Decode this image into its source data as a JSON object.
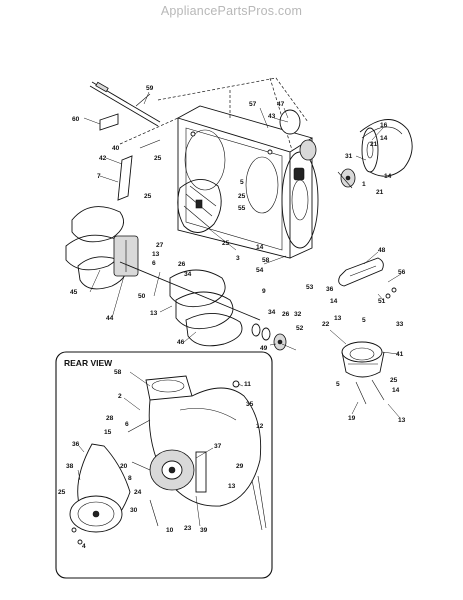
{
  "header": {
    "site": "AppliancePartsPros.com"
  },
  "inset": {
    "title": "REAR VIEW"
  },
  "callouts": {
    "c59": "59",
    "c60": "60",
    "c57": "57",
    "c47": "47",
    "c43": "43",
    "c16": "16",
    "c14a": "14",
    "c21a": "21",
    "c31": "31",
    "c1": "1",
    "c14b": "14",
    "c21b": "21",
    "c40": "40",
    "c42": "42",
    "c7": "7",
    "c25a": "25",
    "c5a": "5",
    "c25b": "25",
    "c25c": "25",
    "c55": "55",
    "c45": "45",
    "c44": "44",
    "c27": "27",
    "c13a": "13",
    "c6": "6",
    "c3": "3",
    "c25d": "25",
    "c14c": "14",
    "c58a": "58",
    "c26a": "26",
    "c34a": "34",
    "c48": "48",
    "c56": "56",
    "c51": "51",
    "c50": "50",
    "c9": "9",
    "c54": "54",
    "c53": "53",
    "c36a": "36",
    "c14d": "14",
    "c13b": "13",
    "c46": "46",
    "c34b": "34",
    "c26b": "26",
    "c32": "32",
    "c52": "52",
    "c49": "49",
    "c22": "22",
    "c13c": "13",
    "c5b": "5",
    "c33": "33",
    "c41": "41",
    "c5c": "5",
    "c25e": "25",
    "c14e": "14",
    "c19": "19",
    "c13d": "13",
    "r58": "58",
    "r11": "11",
    "r2": "2",
    "r35": "35",
    "r28": "28",
    "r6": "6",
    "r12": "12",
    "r15": "15",
    "r37": "37",
    "r36": "36",
    "r38": "38",
    "r20": "20",
    "r8": "8",
    "r29": "29",
    "r24": "24",
    "r13": "13",
    "r25": "25",
    "r30": "30",
    "r10": "10",
    "r23": "23",
    "r39": "39",
    "r4": "4"
  }
}
